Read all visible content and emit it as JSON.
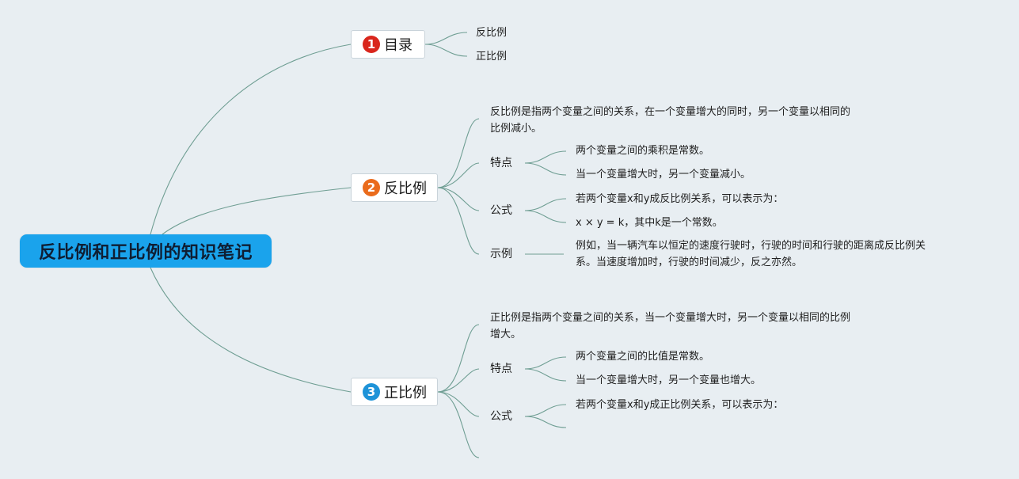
{
  "root": {
    "title": "反比例和正比例的知识笔记"
  },
  "branches": [
    {
      "number": "1",
      "label": "目录",
      "badge_color": "#d9261c",
      "children": [
        "反比例",
        "正比例"
      ]
    },
    {
      "number": "2",
      "label": "反比例",
      "badge_color": "#ea6b1c",
      "definition": [
        "反比例是指两个变量之间的关系，在一个变量增大的同时，另一个变量以相同的",
        "比例减小。"
      ],
      "features_label": "特点",
      "features": [
        "两个变量之间的乘积是常数。",
        "当一个变量增大时，另一个变量减小。"
      ],
      "formula_label": "公式",
      "formulas": [
        "若两个变量x和y成反比例关系，可以表示为：",
        "x × y = k，其中k是一个常数。"
      ],
      "example_label": "示例",
      "example": [
        "例如，当一辆汽车以恒定的速度行驶时，行驶的时间和行驶的距离成反比例关",
        "系。当速度增加时，行驶的时间减少，反之亦然。"
      ]
    },
    {
      "number": "3",
      "label": "正比例",
      "badge_color": "#1e93d8",
      "definition": [
        "正比例是指两个变量之间的关系，当一个变量增大时，另一个变量以相同的比例",
        "增大。"
      ],
      "features_label": "特点",
      "features": [
        "两个变量之间的比值是常数。",
        "当一个变量增大时，另一个变量也增大。"
      ],
      "formula_label": "公式",
      "formulas": [
        "若两个变量x和y成正比例关系，可以表示为："
      ]
    }
  ],
  "colors": {
    "connector": "#6f9e93",
    "background": "#e8eef2",
    "root": "#1aa3ec"
  }
}
